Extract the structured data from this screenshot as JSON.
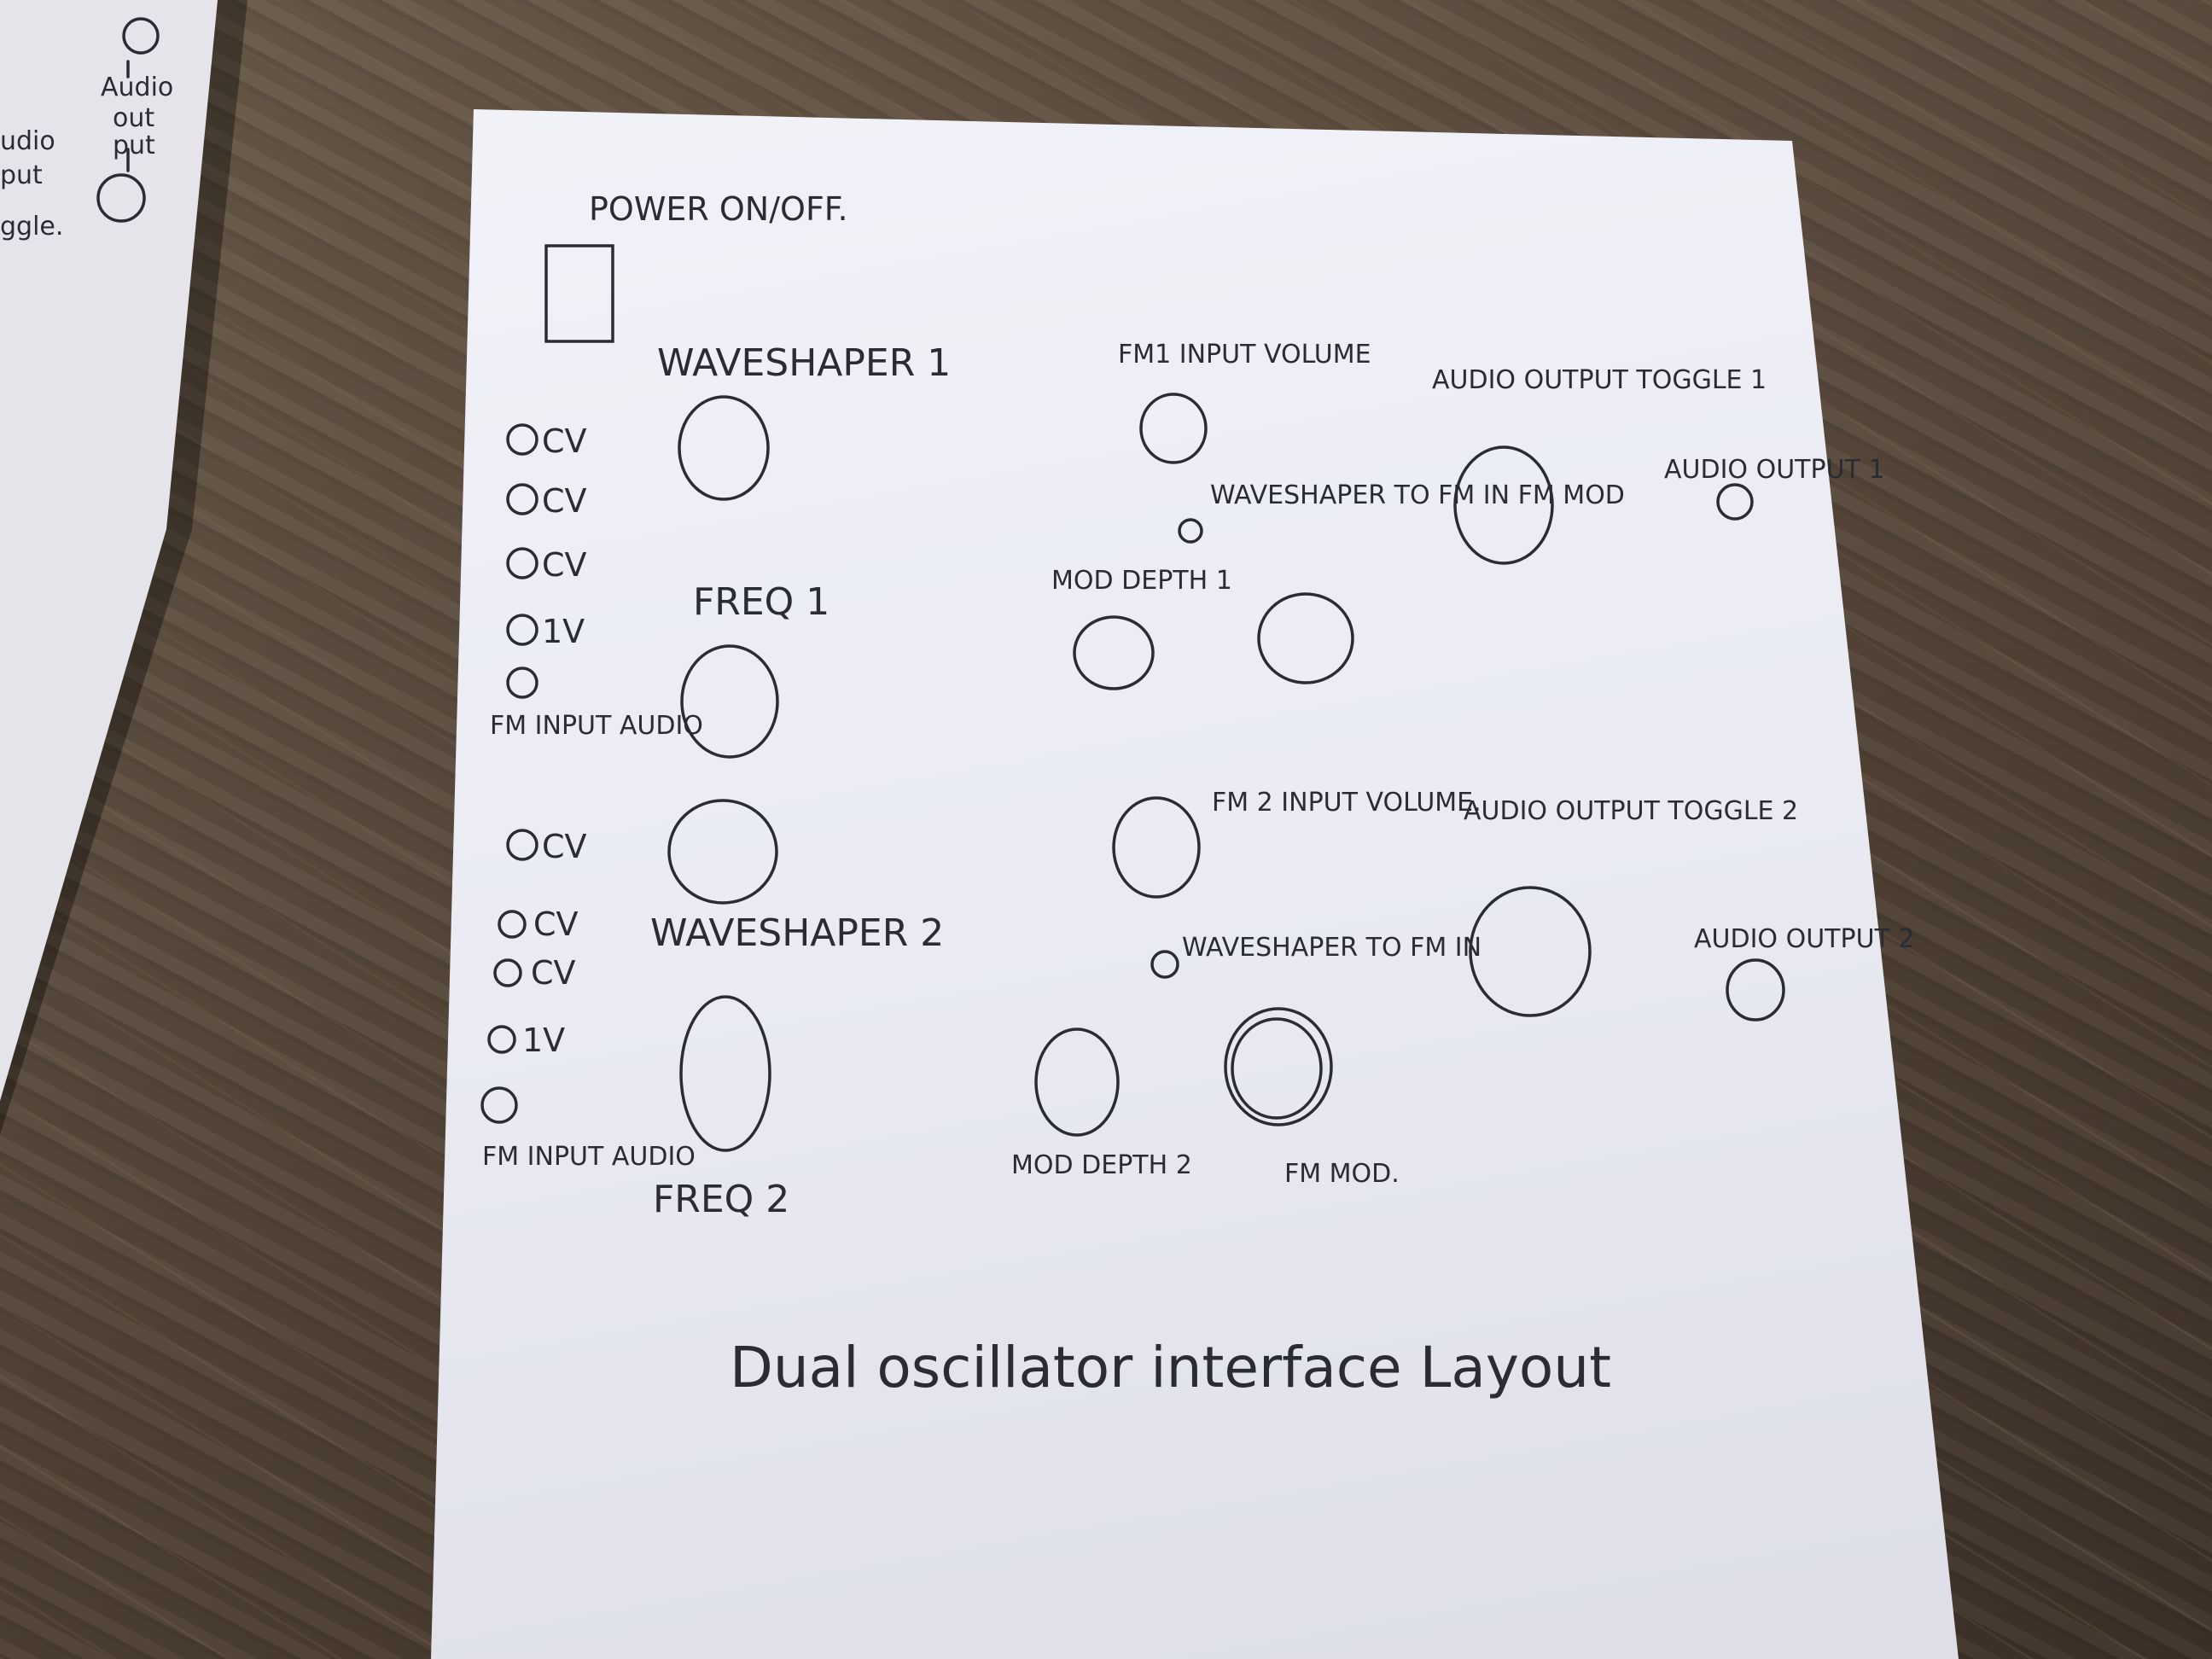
{
  "side_sheet": {
    "labels": [
      "udio",
      "put",
      "ggle.",
      "Audio",
      "out",
      "put"
    ]
  },
  "sketch": {
    "power": "POWER ON/OFF.",
    "waveshaper1": "WAVESHAPER 1",
    "freq1": "FREQ 1",
    "fm1_input_volume": "FM1 INPUT VOLUME",
    "waveshaper_to_fm_in_mod": "WAVESHAPER TO FM IN FM MOD",
    "mod_depth1": "MOD DEPTH 1",
    "audio_output_toggle1": "AUDIO OUTPUT TOGGLE 1",
    "audio_output1": "AUDIO OUTPUT 1",
    "waveshaper2": "WAVESHAPER 2",
    "freq2": "FREQ 2",
    "fm2_input_volume": "FM 2 INPUT VOLUME.",
    "waveshaper_to_fm_in_2": "WAVESHAPER TO FM IN",
    "mod_depth2": "MOD DEPTH 2",
    "fm_mod": "FM MOD.",
    "audio_output_toggle2": "AUDIO OUTPUT TOGGLE 2",
    "audio_output2": "AUDIO OUTPUT 2",
    "jacks_osc1": [
      "CV",
      "CV",
      "CV",
      "1V",
      "FM INPUT AUDIO"
    ],
    "jacks_osc2": [
      "CV",
      "CV",
      "CV",
      "1V",
      "FM INPUT AUDIO"
    ],
    "title": "Dual oscillator interface Layout"
  }
}
